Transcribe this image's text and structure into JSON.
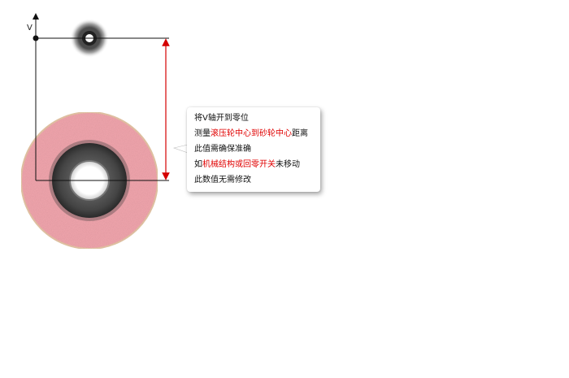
{
  "diagram": {
    "axis_label": "V",
    "colors": {
      "axis": "#111111",
      "dimension": "#d40000",
      "grinding_wheel": "#f2a6ae",
      "roller": "#666666",
      "highlight": "#e00000"
    }
  },
  "note": {
    "line1": "将V轴开到零位",
    "line2_a": "测量",
    "line2_b": "滚压轮中心到砂轮中心",
    "line2_c": "距离",
    "line3": "此值需确保准确",
    "line4_a": "如",
    "line4_b": "机械结构或回零开关",
    "line4_c": "未移动",
    "line5": "此数值无需修改"
  }
}
